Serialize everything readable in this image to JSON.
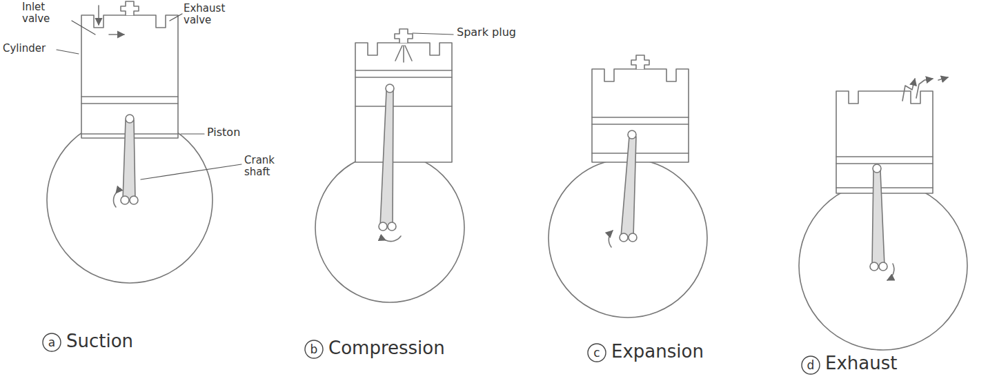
{
  "diagram": {
    "labels": [
      "Inlet valve",
      "Exhaust valve",
      "Cylinder",
      "Piston",
      "Crank shaft",
      "Spark plug",
      "a",
      "Suction",
      "b",
      "Compression",
      "c",
      "Expansion",
      "d",
      "Exhaust"
    ]
  }
}
